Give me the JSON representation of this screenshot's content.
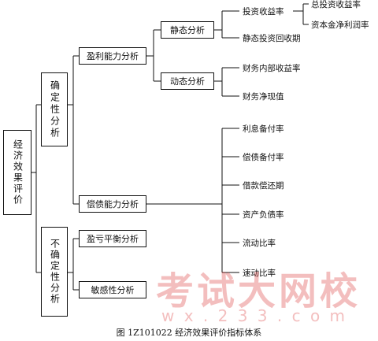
{
  "diagram": {
    "root": "经济效果评价",
    "certain": "确定性分析",
    "uncertain": "不确定性分析",
    "profitability": "盈利能力分析",
    "static": "静态分析",
    "dynamic": "动态分析",
    "debt": "偿债能力分析",
    "breakeven": "盈亏平衡分析",
    "sensitivity": "敏感性分析",
    "roi": "投资收益率",
    "total_roi": "总投资收益率",
    "capital_profit": "资本金净利润率",
    "static_payback": "静态投资回收期",
    "irr": "财务内部收益率",
    "npv": "财务净现值",
    "interest_coverage": "利息备付率",
    "debt_service_coverage": "偿债备付率",
    "loan_repayment_period": "借款偿还期",
    "asset_liability": "资产负债率",
    "current_ratio": "流动比率",
    "quick_ratio": "速动比率"
  },
  "caption": "图 1Z101022   经济效果评价指标体系",
  "watermark": {
    "main": "考试大网校",
    "url": "w x . 2 3 3 . c o m"
  }
}
